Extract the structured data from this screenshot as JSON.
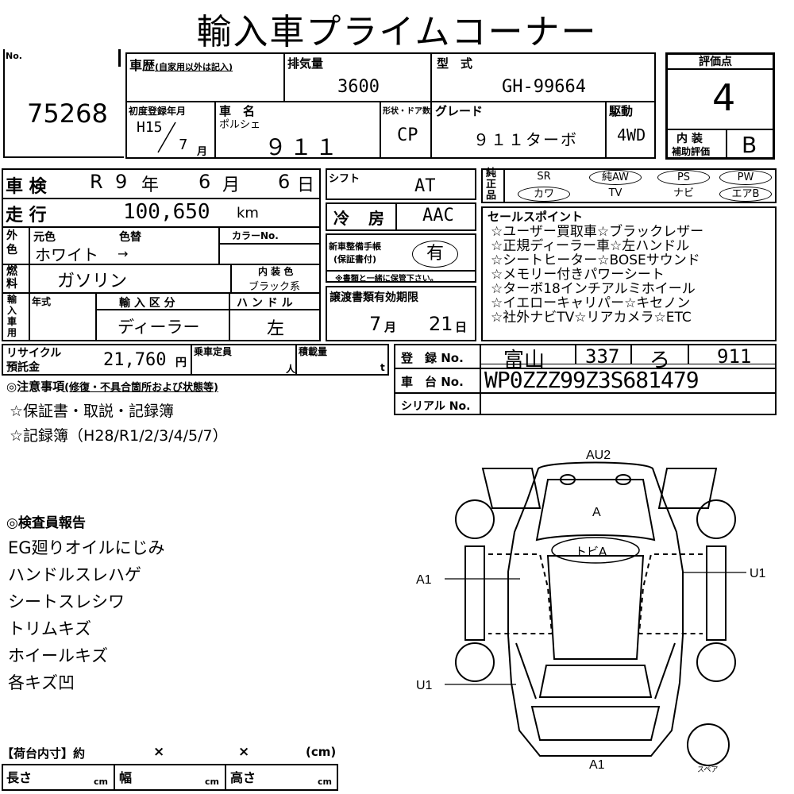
{
  "title": "輸入車プライムコーナー",
  "lot": {
    "label": "No.",
    "number": "75268"
  },
  "history": {
    "label": "車歴",
    "note": "(自家用以外は記入)"
  },
  "displacement": {
    "label": "排気量",
    "value": "3600"
  },
  "model": {
    "label": "型　式",
    "value": "GH-99664"
  },
  "score": {
    "label": "評価点",
    "value": "4",
    "interior_label": "内 装",
    "interior_label2": "補助評価",
    "interior_value": "B"
  },
  "first_reg": {
    "label": "初度登録年月",
    "era_year": "H15",
    "month": "7",
    "month_unit": "月"
  },
  "car_name": {
    "label": "車　名",
    "maker": "ポルシェ",
    "name": "９１１"
  },
  "body": {
    "label": "形状・ドア数",
    "value": "CP"
  },
  "grade": {
    "label": "グレード",
    "value": "９１１ターボ"
  },
  "drive": {
    "label": "駆動",
    "value": "4WD"
  },
  "inspection": {
    "label": "車 検",
    "era": "R",
    "year": "9",
    "year_unit": "年",
    "month": "6",
    "month_unit": "月",
    "day": "6",
    "day_unit": "日"
  },
  "shift": {
    "label": "シフト",
    "value": "AT"
  },
  "equipment": {
    "label": "純正品",
    "row1": [
      "SR",
      "純AW",
      "PS",
      "PW"
    ],
    "row2": [
      "カワ",
      "TV",
      "ナビ",
      "エアB"
    ],
    "circled": [
      "純AW",
      "PS",
      "PW",
      "カワ",
      "エアB"
    ]
  },
  "mileage": {
    "label": "走 行",
    "value": "100,650",
    "unit": "km"
  },
  "ac": {
    "label": "冷　房",
    "value": "AAC"
  },
  "sales_points": {
    "label": "セールスポイント",
    "lines": [
      "☆ユーザー買取車☆ブラックレザー",
      "☆正規ディーラー車☆左ハンドル",
      "☆シートヒーター☆BOSEサウンド",
      "☆メモリー付きパワーシート",
      "☆ターボ18インチアルミホイール",
      "☆イエローキャリパー☆キセノン",
      "☆社外ナビTV☆リアカメラ☆ETC"
    ]
  },
  "color": {
    "label": "外色",
    "orig_label": "元色",
    "change_label": "色替",
    "orig_value": "ホワイト",
    "arrow": "→",
    "code_label": "カラーNo.",
    "interior_label": "内 装 色",
    "interior_value": "ブラック系"
  },
  "maintenance": {
    "label": "新車整備手帳",
    "label2": "(保証書付)",
    "value": "有",
    "note": "※書類と一緒に保管下さい。"
  },
  "fuel": {
    "label": "燃料",
    "value": "ガソリン"
  },
  "import": {
    "label": "輸入車用",
    "year_label": "年式",
    "class_label": "輸 入 区 分",
    "class_value": "ディーラー",
    "handle_label": "ハ ン ド ル",
    "handle_value": "左"
  },
  "docs": {
    "label": "譲渡書類有効期限",
    "month": "7",
    "month_unit": "月",
    "day": "21",
    "day_unit": "日"
  },
  "recycle": {
    "label": "リサイクル",
    "label2": "預託金",
    "value": "21,760",
    "unit": "円"
  },
  "capacity": {
    "label": "乗車定員",
    "unit": "人"
  },
  "load": {
    "label": "積載量",
    "unit": "t"
  },
  "registration": {
    "label": "登　録 No.",
    "region": "富山",
    "class_no": "337",
    "kana": "ろ",
    "number": "911"
  },
  "chassis": {
    "label": "車　台 No.",
    "value": "WP0ZZZ99Z3S681479"
  },
  "serial": {
    "label": "シリアル No."
  },
  "notes": {
    "label": "◎注意事項",
    "sub": "(修復・不具合箇所および状態等)",
    "lines": [
      "☆保証書・取説・記録簿",
      "☆記録簿（H28/R1/2/3/4/5/7）"
    ]
  },
  "inspector": {
    "label": "◎検査員報告",
    "lines": [
      "EG廻りオイルにじみ",
      "ハンドルスレハゲ",
      "シートスレシワ",
      "トリムキズ",
      "ホイールキズ",
      "各キズ凹"
    ]
  },
  "diagram": {
    "au2": "AU2",
    "a": "A",
    "tobi": "トビA",
    "a1_left": "A1",
    "u1_right": "U1",
    "u1_left": "U1",
    "a1_bottom": "A1",
    "spare": "スペア"
  },
  "cargo": {
    "label": "【荷台内寸】約",
    "x1": "×",
    "x2": "×",
    "unit": "(cm)",
    "length": "長さ",
    "width": "幅",
    "height": "高さ",
    "cm": "cm"
  }
}
